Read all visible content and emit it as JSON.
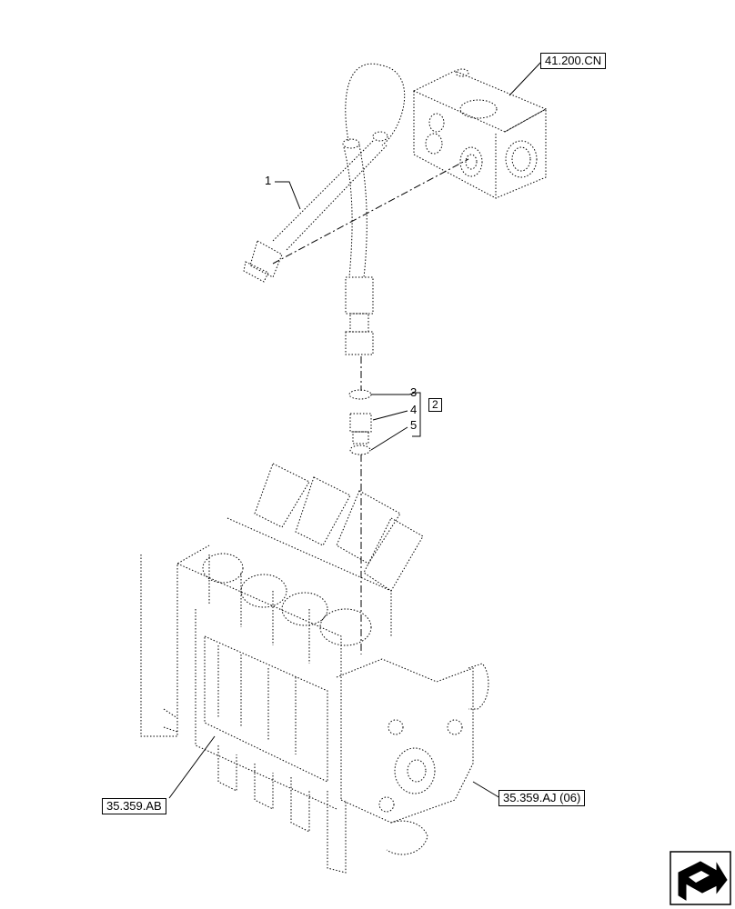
{
  "callouts": {
    "item_1": "1",
    "item_3": "3",
    "item_4": "4",
    "item_5": "5",
    "kit_2": "2"
  },
  "references": {
    "top_right": "41.200.CN",
    "bottom_left": "35.359.AB",
    "bottom_right": "35.359.AJ (06)"
  },
  "icons": {
    "navigation": "next-page-arrow-icon"
  }
}
